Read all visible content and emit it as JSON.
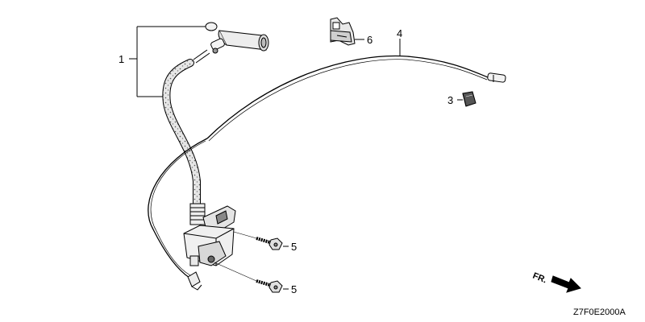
{
  "diagram": {
    "callouts": {
      "c1": "1",
      "c3": "3",
      "c4": "4",
      "c5a": "5",
      "c5b": "5",
      "c6": "6"
    },
    "direction_label": "FR.",
    "drawing_code": "Z7F0E2000A"
  }
}
